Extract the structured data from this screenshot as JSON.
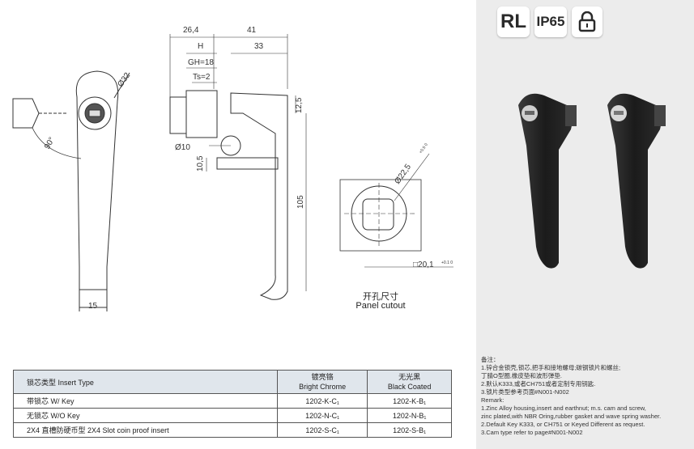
{
  "drawing": {
    "dims": {
      "d1": "26,4",
      "d2": "41",
      "d3": "H",
      "d4": "33",
      "d5": "GH=18",
      "d6": "Ts=2",
      "d7": "Ø32",
      "d8": "12,5",
      "d9": "90°",
      "d10": "Ø10",
      "d11": "10,5",
      "d12": "105",
      "d13": "15",
      "d14": "Ø22,5",
      "d14_tol": "+0.5 0",
      "d15": "□20,1",
      "d15_tol": "+0.1 0"
    },
    "panel_cutout_cn": "开孔尺寸",
    "panel_cutout_en": "Panel cutout"
  },
  "table": {
    "headers": [
      {
        "cn": "锁芯类型 Insert Type",
        "en": ""
      },
      {
        "cn": "镀亮铬",
        "en": "Bright Chrome"
      },
      {
        "cn": "无光黑",
        "en": "Black Coated"
      }
    ],
    "rows": [
      {
        "type": "带锁芯 W/ Key",
        "chrome": "1202-K-C₁",
        "black": "1202-K-B₁"
      },
      {
        "type": "无锁芯 W/O Key",
        "chrome": "1202-N-C₁",
        "black": "1202-N-B₁"
      },
      {
        "type": "2X4 直槽防硬币型 2X4 Slot coin proof insert",
        "chrome": "1202-S-C₁",
        "black": "1202-S-B₁"
      }
    ]
  },
  "badges": {
    "rl": "RL",
    "ip": "IP65",
    "lock_icon": "padlock-icon"
  },
  "notes": {
    "title": "备注：",
    "lines_cn": [
      "1.锌合金锁壳,锁芯,把手和接地螺母;碳钢锁片和螺丝;",
      "丁腈O型圈,橡皮垫和波形弹垫.",
      "2.默认K333,或者CH751或者定制专用钥匙.",
      "3.锁片类型参考页面#N001-N002"
    ],
    "remark": "Remark:",
    "lines_en": [
      "1.Zinc Alloy housing,insert and earthnut; m.s. cam and screw,",
      "zinc plated,with NBR Oring,rubber gasket and wave spring washer.",
      "2.Default Key K333, or CH751 or Keyed Different as request.",
      "3.Cam type refer to page#N001-N002"
    ]
  }
}
